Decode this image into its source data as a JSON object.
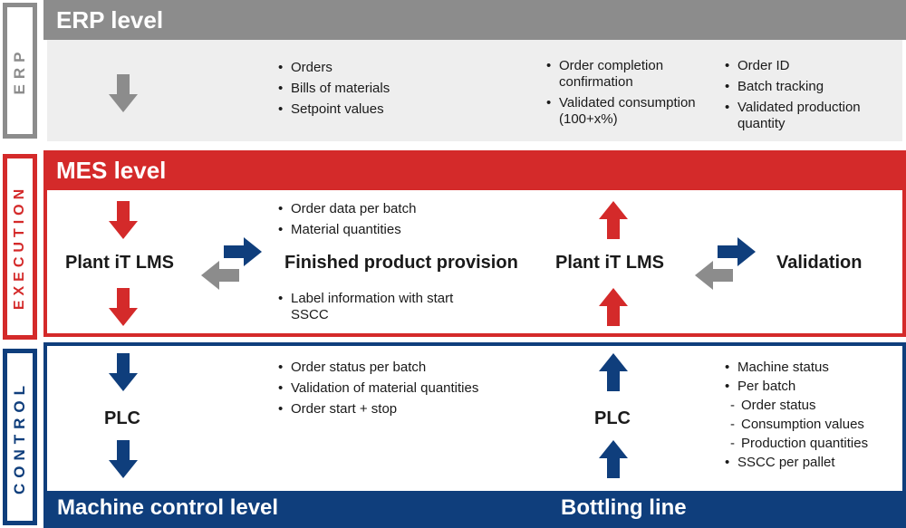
{
  "levels": {
    "erp": {
      "side_label": "ERP",
      "title": "ERP level",
      "col1": [
        "Orders",
        "Bills of materials",
        "Setpoint values"
      ],
      "col2": [
        "Order completion confirmation",
        "Validated consumption (100+x%)"
      ],
      "col3": [
        "Order ID",
        "Batch tracking",
        "Validated production quantity"
      ]
    },
    "mes": {
      "side_label": "EXECUTION",
      "title": "MES level",
      "left_node": "Plant iT LMS",
      "center_node": "Finished product provision",
      "right_node": "Plant iT LMS",
      "far_right_node": "Validation",
      "top_bullets": [
        "Order data per batch",
        "Material quantities"
      ],
      "bottom_bullets": [
        "Label information with start SSCC"
      ]
    },
    "control": {
      "side_label": "CONTROL",
      "left_node": "PLC",
      "right_node": "PLC",
      "center_bullets": [
        "Order status per batch",
        "Validation of material quantities",
        "Order start + stop"
      ],
      "right_bullets": [
        "Machine status",
        "Per batch"
      ],
      "right_sub_bullets": [
        "Order status",
        "Consumption values",
        "Production quantities"
      ],
      "right_bullets_end": [
        "SSCC per pallet"
      ],
      "footer_left": "Machine control level",
      "footer_right": "Bottling line"
    }
  },
  "colors": {
    "erp": "#8c8c8c",
    "erp_bg": "#eeeeee",
    "mes": "#d42a2a",
    "control": "#0f3e7c",
    "arrow_gray": "#8c8c8c"
  }
}
